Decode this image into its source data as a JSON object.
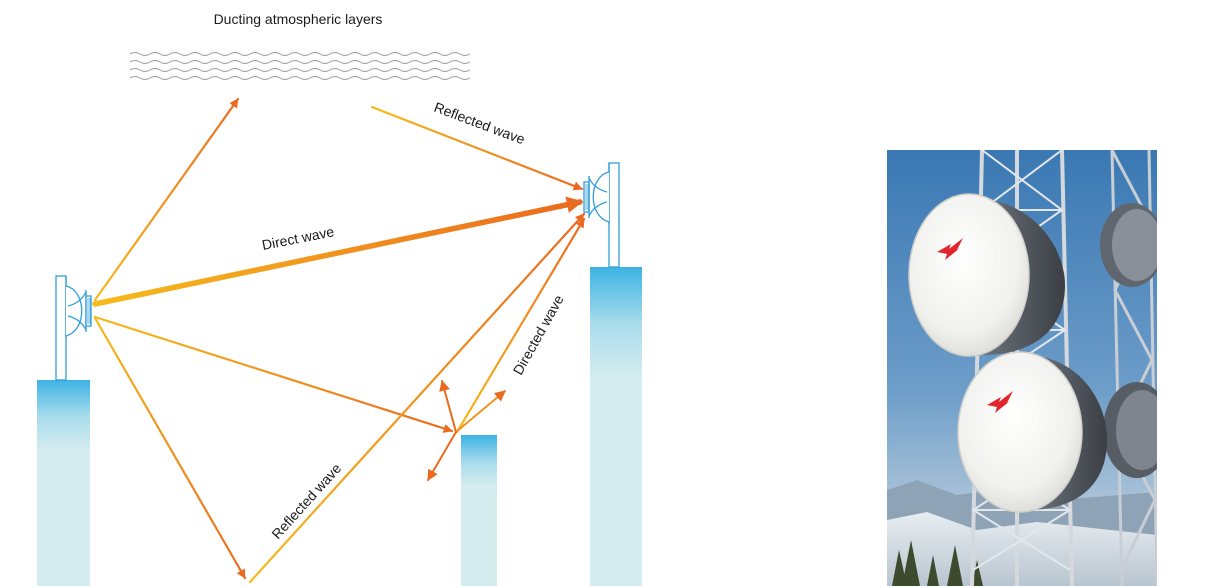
{
  "diagram": {
    "title": "Ducting atmospheric layers",
    "labels": {
      "reflected_upper": "Reflected wave",
      "direct": "Direct wave",
      "directed": "Directed wave",
      "reflected_lower": "Reflected wave"
    }
  },
  "colors": {
    "orange": "#ea6a1f",
    "yellow": "#f6bb1d",
    "antenna": "#2f9fd8",
    "tower_top": "#3db3e3",
    "tower_bottom": "#d6edf0"
  },
  "photo": {
    "subject": "microwave-dish-antennas-on-lattice-tower",
    "logo_color": "#e0262c"
  }
}
